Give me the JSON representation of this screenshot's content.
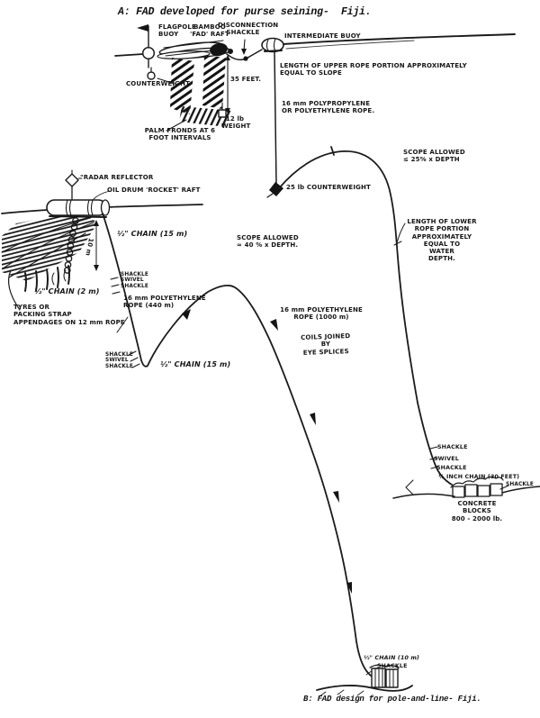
{
  "titles": {
    "design_a": "A: FAD developed for purse seining-  Fiji.",
    "design_b": "B: FAD design for pole-and-line- Fiji."
  },
  "colors": {
    "ink": "#1b1b1b",
    "paper": "#ffffff"
  },
  "design_a": {
    "labels": {
      "flagpole_buoy": "FLAGPOLE\nBUOY",
      "bamboo_raft": "BAMBOO\n'FAD' RAFT",
      "disconnection_shackle": "DISCONNECTION\nSHACKLE",
      "intermediate_buoy": "INTERMEDIATE BUOY",
      "counterweight": "COUNTERWEIGHT",
      "depth_35ft": "35 FEET.",
      "weight_12lb": "12 lb\nWEIGHT",
      "palm_fronds": "PALM FRONDS AT 6\nFOOT INTERVALS",
      "upper_rope": "LENGTH OF UPPER ROPE PORTION APPROXIMATELY\nEQUAL TO SLOPE",
      "rope_16mm": "16 mm POLYPROPYLENE\nOR POLYETHYLENE ROPE.",
      "scope_25": "SCOPE ALLOWED\n≤ 25% x DEPTH",
      "counterweight_25lb": "25 lb COUNTERWEIGHT",
      "lower_rope": "LENGTH OF LOWER\nROPE PORTION\nAPPROXIMATELY\nEQUAL TO\nWATER\nDEPTH.",
      "shackle_1": "SHACKLE",
      "swivel": "SWIVEL",
      "shackle_2": "SHACKLE",
      "chain_30ft": "½ INCH CHAIN (30 FEET)",
      "shackle_3": "SHACKLE",
      "concrete_blocks": "CONCRETE BLOCKS\n800 - 2000 lb."
    }
  },
  "design_b": {
    "labels": {
      "radar_reflector": "\"RADAR REFLECTOR",
      "rocket_raft": "OIL DRUM 'ROCKET' RAFT",
      "chain_15m_upper": "½\" CHAIN (15 m)",
      "drop_10m": "10 m",
      "chain_2m": "½\" CHAIN (2 m)",
      "tyres": "TYRES OR\nPACKING STRAP\nAPPENDAGES ON 12 mm ROPE",
      "shackle_swivel_upper": "SHACKLE\nSWIVEL\nSHACKLE",
      "rope_440m": "16 mm POLYETHYLENE\nROPE (440 m)",
      "shackle_swivel_lower": "SHACKLE\nSWIVEL\nSHACKLE",
      "chain_15m_lower": "½\" CHAIN (15 m)",
      "scope_40": "SCOPE ALLOWED\n≈ 40 % x DEPTH.",
      "rope_1000m": "16 mm POLYETHYLENE\nROPE (1000 m)",
      "coils": "COILS JOINED BY\nEYE SPLICES",
      "chain_10m": "½\" CHAIN (10 m)",
      "shackle": "SHACKLE"
    }
  }
}
